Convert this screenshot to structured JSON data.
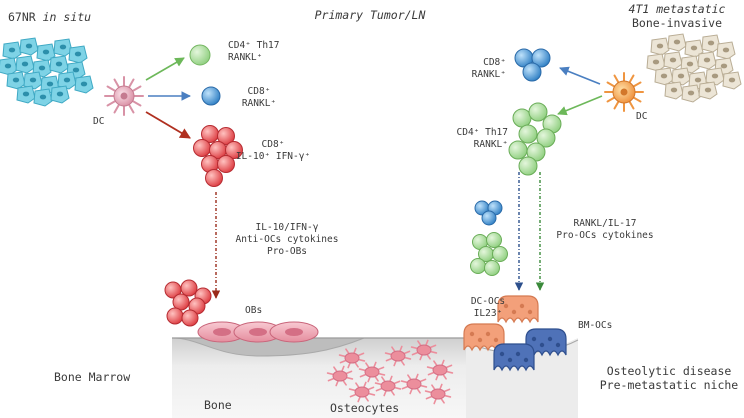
{
  "left_header": {
    "prefix": "67NR ",
    "suffix": "in situ"
  },
  "center_header": "Primary Tumor/LN",
  "right_header": {
    "line1": "4T1 metastatic",
    "line2": "Bone-invasive"
  },
  "left_cells": {
    "dc": "DC",
    "th17": {
      "line1": "CD4⁺ Th17",
      "line2": "RANKL⁺"
    },
    "cd8_rankl": {
      "line1": "CD8⁺",
      "line2": "RANKL⁺"
    },
    "cd8_il10": {
      "line1": "CD8⁺",
      "line2": "IL-10⁺ IFN-γ⁺"
    }
  },
  "left_pathway": {
    "line1": "IL-10/IFN-γ",
    "line2": "Anti-OCs cytokines",
    "line3": "Pro-OBs"
  },
  "obs": "OBs",
  "right_cells": {
    "dc": "DC",
    "cd8_rankl": {
      "line1": "CD8⁺",
      "line2": "RANKL⁺"
    },
    "th17": {
      "line1": "CD4⁺ Th17",
      "line2": "RANKL⁺"
    }
  },
  "right_pathway": {
    "line1": "RANKL/IL-17",
    "line2": "Pro-OCs cytokines"
  },
  "dc_ocs": {
    "line1": "DC-OCs",
    "line2": "IL23⁺"
  },
  "bm_ocs": "BM-OCs",
  "bone_marrow": "Bone Marrow",
  "bone": "Bone",
  "osteocytes": "Osteocytes",
  "disease": {
    "line1": "Osteolytic disease",
    "line2": "Pre-metastatic niche"
  },
  "colors": {
    "green_cell": "#8fcf7f",
    "blue_cell": "#3f8fd0",
    "red_cell": "#e0454a",
    "pink_dc": "#e6a5b4",
    "orange_dc": "#f2a250",
    "orange_oc": "#f3a07a",
    "blue_oc": "#4f72b8",
    "osteocyte": "#ec8e9c",
    "bone_gray": "#d9d9d9",
    "tumor_left": "#7ed3e6",
    "tumor_right": "#ece5d6"
  }
}
